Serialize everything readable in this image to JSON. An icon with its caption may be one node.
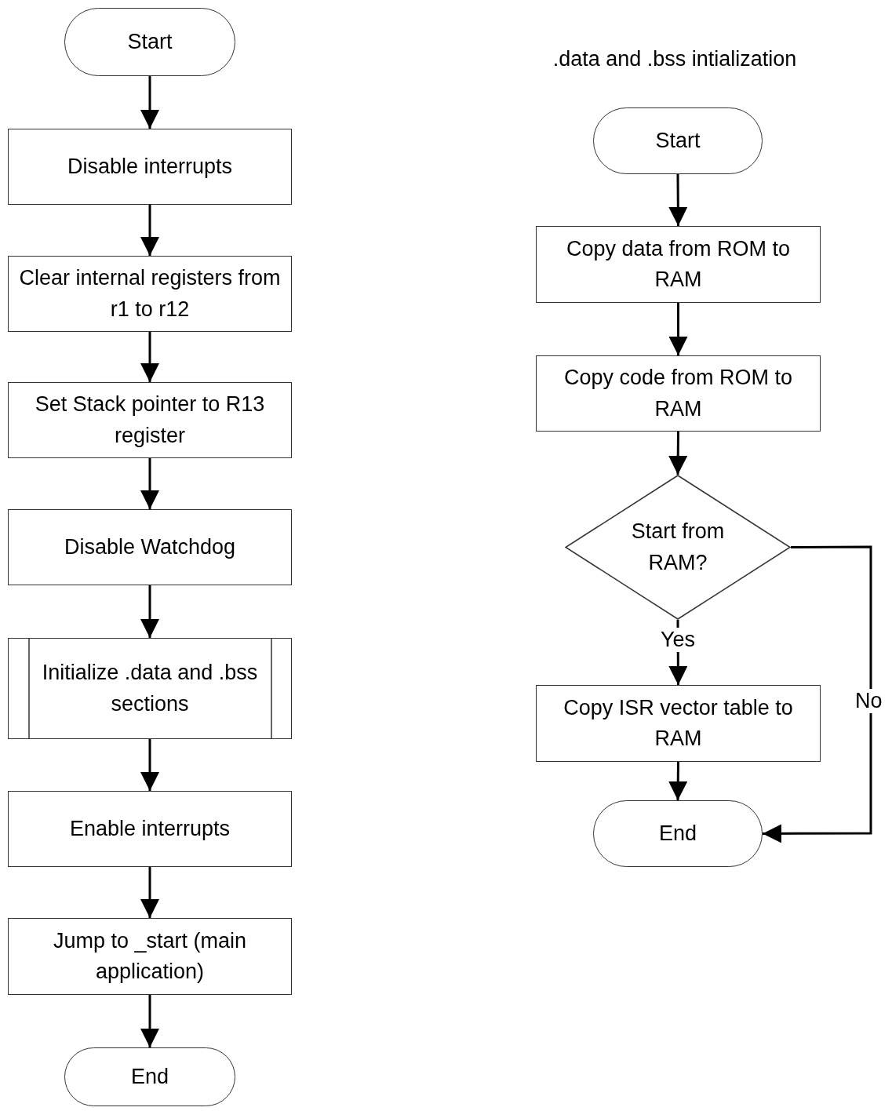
{
  "diagram": {
    "title": ".data and .bss intialization",
    "nodes": [
      {
        "text": [
          "Start"
        ]
      },
      {
        "text": [
          "Disable interrupts"
        ]
      },
      {
        "text": [
          "Clear internal registers from r1 to r12"
        ]
      },
      {
        "text": [
          "Set Stack pointer to R13 register"
        ]
      },
      {
        "text": [
          "Disable Watchdog"
        ]
      },
      {
        "text": [
          "Initialize .data and .bss sections"
        ]
      },
      {
        "text": [
          "Enable interrupts"
        ]
      },
      {
        "text": [
          "Jump to _start (main application)"
        ]
      },
      {
        "text": [
          "End"
        ]
      },
      {
        "text": [
          "Start"
        ]
      },
      {
        "text": [
          "Copy data from ROM to RAM"
        ]
      },
      {
        "text": [
          "Copy code from ROM to RAM"
        ]
      },
      {
        "text": [
          "Start from RAM?"
        ]
      },
      {
        "text": [
          "Copy ISR vector table to RAM"
        ]
      },
      {
        "text": [
          "End"
        ]
      }
    ],
    "edges": [
      {
        "from": 0,
        "to": 1,
        "arrow": "to"
      },
      {
        "from": 1,
        "to": 2,
        "arrow": "to"
      },
      {
        "from": 2,
        "to": 3,
        "arrow": "to"
      },
      {
        "from": 3,
        "to": 4,
        "arrow": "to"
      },
      {
        "from": 4,
        "to": 5,
        "arrow": "to"
      },
      {
        "from": 5,
        "to": 6,
        "arrow": "to"
      },
      {
        "from": 6,
        "to": 7,
        "arrow": "to"
      },
      {
        "from": 7,
        "to": 8,
        "arrow": "to"
      },
      {
        "from": 9,
        "to": 10,
        "arrow": "to"
      },
      {
        "from": 10,
        "to": 11,
        "arrow": "to"
      },
      {
        "from": 11,
        "to": 12,
        "arrow": "to"
      },
      {
        "from": 12,
        "to": 13,
        "arrow": "to",
        "label": "Yes"
      },
      {
        "from": 13,
        "to": 14,
        "arrow": "to"
      },
      {
        "from": 12,
        "to": 14,
        "arrow": "to",
        "label": "No"
      }
    ]
  }
}
